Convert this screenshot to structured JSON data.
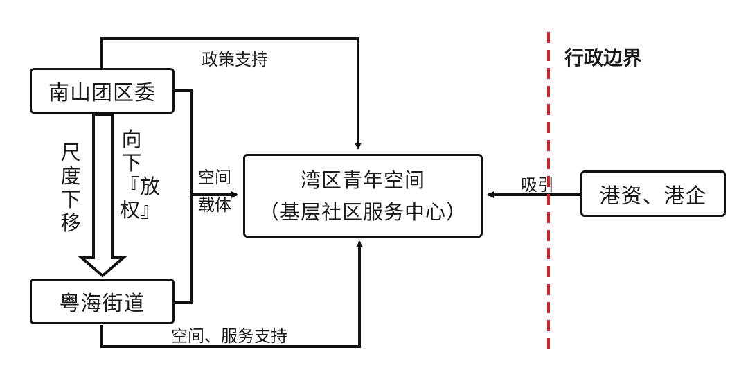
{
  "boxes": {
    "nanshan": "南山团区委",
    "yuehai": "粤海街道",
    "youth_space": {
      "line1": "湾区青年空间",
      "line2": "（基层社区服务中心）"
    },
    "hk": "港资、港企"
  },
  "labels": {
    "policy_support": "政策支持",
    "space_carrier": [
      "空间",
      "载体"
    ],
    "space_service_support": "空间、服务支持",
    "attract": "吸引",
    "scale_down": "尺度下移",
    "delegate": "向下『放权』",
    "admin_boundary": "行政边界"
  },
  "colors": {
    "line": "#111111",
    "boundary": "#c0282d"
  }
}
